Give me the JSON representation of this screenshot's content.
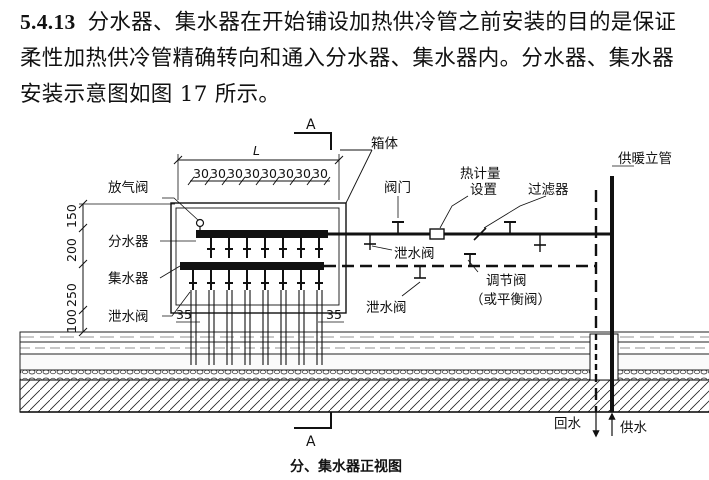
{
  "section": {
    "number": "5.4.13",
    "text": "分水器、集水器在开始铺设加热供冷管之前安装的目的是保证柔性加热供冷管精确转向和通入分水器、集水器内。分水器、集水器安装示意图如图 17 所示。"
  },
  "figure": {
    "caption": "分、集水器正视图",
    "section_mark": "A",
    "labels": {
      "cabinet": "箱体",
      "vent_valve": "放气阀",
      "distributor": "分水器",
      "collector": "集水器",
      "drain_valve_left": "泄水阀",
      "drain_valve_pipe": "泄水阀",
      "drain_valve_bottom": "泄水阀",
      "valve": "阀门",
      "heat_meter_1": "热计量",
      "heat_meter_2": "设置",
      "filter": "过滤器",
      "riser": "供暖立管",
      "regulating_valve": "调节阀",
      "balance_valve": "（或平衡阀）",
      "return_water": "回水",
      "supply_water": "供水"
    },
    "dimensions": {
      "width_label": "L",
      "spacing": [
        "30",
        "30",
        "30",
        "30",
        "30",
        "30",
        "30",
        "30"
      ],
      "heights": [
        "150",
        "200",
        "250",
        "100"
      ],
      "edge_left": "35",
      "edge_right": "35"
    }
  }
}
